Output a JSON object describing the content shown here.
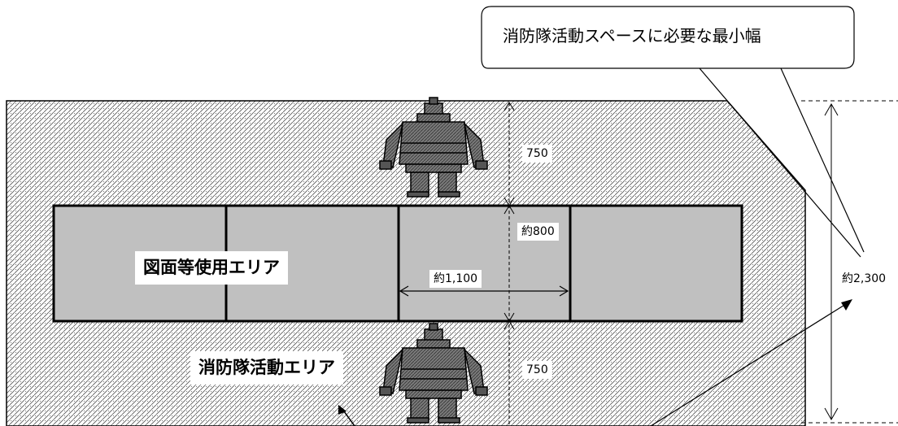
{
  "callout": {
    "text": "消防隊活動スペースに必要な最小幅"
  },
  "labels": {
    "drawing_area": "図面等使用エリア",
    "activity_area": "消防隊活動エリア"
  },
  "dimensions": {
    "top_space": "750",
    "table_depth": "約800",
    "table_width": "約1,100",
    "bottom_space": "750",
    "total_width": "約2,300"
  },
  "colors": {
    "hatch_area": "#d9d9d9",
    "table_fill": "#c0c0c0",
    "figure_fill": "#808080",
    "line": "#000000"
  },
  "icons": [
    "firefighter-icon"
  ]
}
